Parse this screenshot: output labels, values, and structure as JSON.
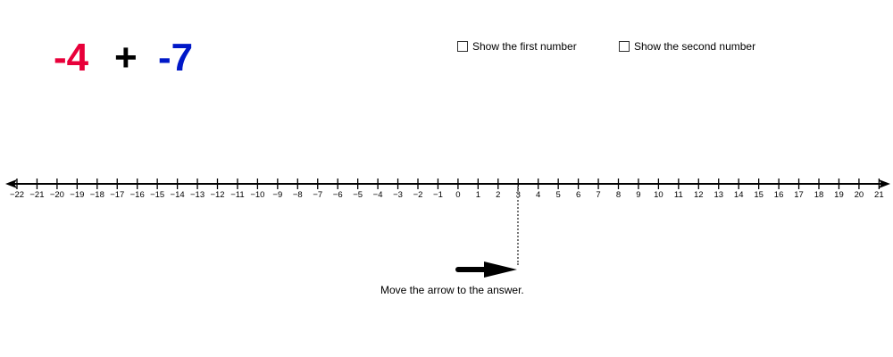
{
  "problem": {
    "first_number": "-4",
    "operator": "+",
    "second_number": "-7",
    "first_color": "#e8003a",
    "second_color": "#0018c8"
  },
  "controls": {
    "show_first_label": "Show the first number",
    "show_first_checked": false,
    "show_second_label": "Show the second number",
    "show_second_checked": false
  },
  "number_line": {
    "min": -22,
    "max": 21,
    "tick_labels": [
      "−22",
      "−21",
      "−20",
      "−19",
      "−18",
      "−17",
      "−16",
      "−15",
      "−14",
      "−13",
      "−12",
      "−11",
      "−10",
      "−9",
      "−8",
      "−7",
      "−6",
      "−5",
      "−4",
      "−3",
      "−2",
      "−1",
      "0",
      "1",
      "2",
      "3",
      "4",
      "5",
      "6",
      "7",
      "8",
      "9",
      "10",
      "11",
      "12",
      "13",
      "14",
      "15",
      "16",
      "17",
      "18",
      "19",
      "20",
      "21"
    ]
  },
  "answer_arrow": {
    "pointing_value": 3,
    "direction": "right"
  },
  "instruction": "Move the arrow to the answer."
}
